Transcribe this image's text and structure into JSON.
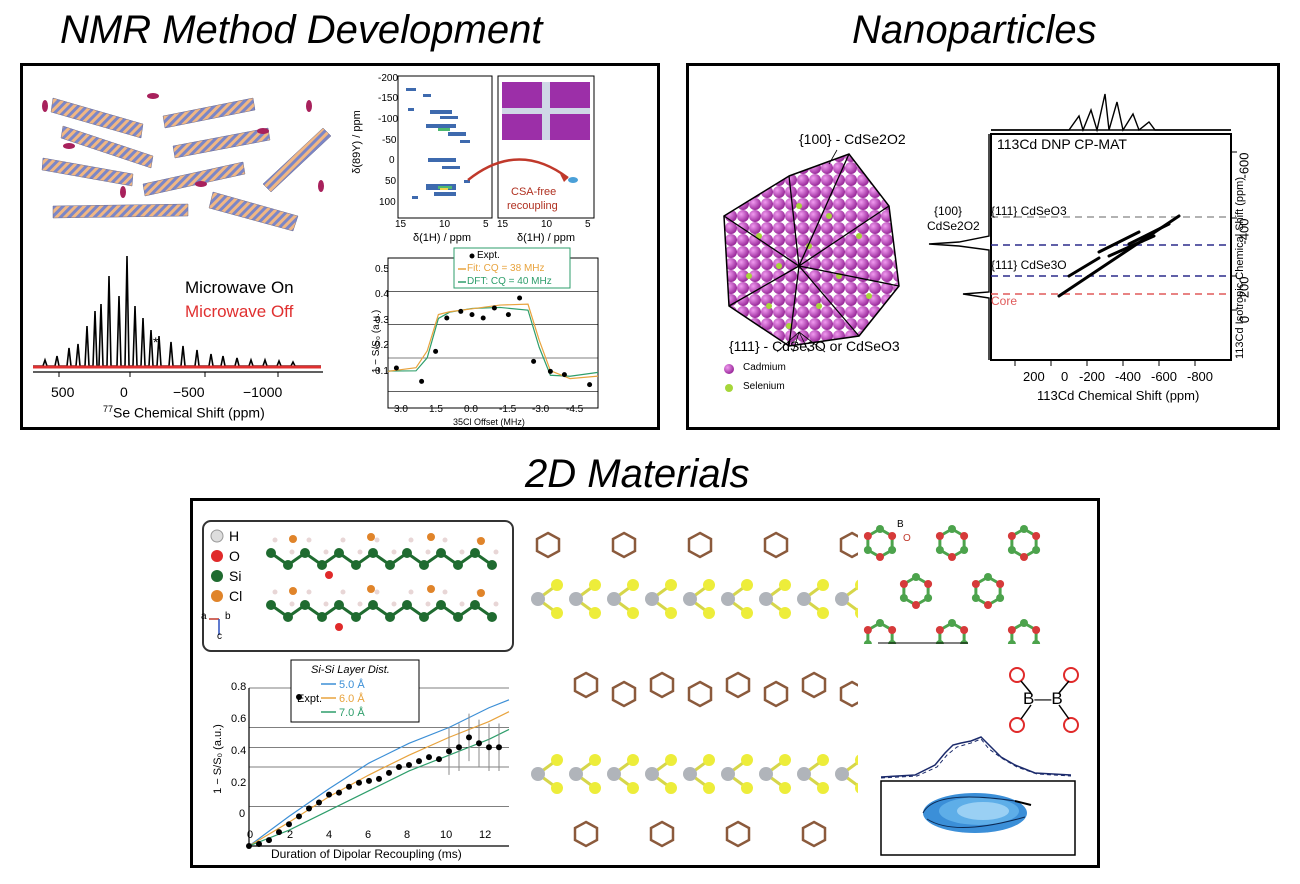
{
  "titles": {
    "nmr": "NMR Method Development",
    "nano": "Nanoparticles",
    "twod": "2D Materials"
  },
  "nmr_panel": {
    "legend_on": "Microwave On",
    "legend_off": "Microwave Off",
    "xlabel_pre": "77",
    "xlabel_post": "Se Chemical Shift (ppm)",
    "xticks": [
      "500",
      "0",
      "−500",
      "−1000"
    ],
    "star": "*",
    "hmqc_ylabel": "δ(89Y) / ppm",
    "hmqc_xlabel": "δ(1H) / ppm",
    "hmqc_yticks": [
      "-200",
      "-150",
      "-100",
      "-50",
      "0",
      "50",
      "100"
    ],
    "hmqc_xticks": [
      "15",
      "10",
      "5"
    ],
    "hmqc_xticks2": [
      "15",
      "10",
      "5"
    ],
    "csa_label_1": "CSA-free",
    "csa_label_2": "recoupling",
    "recoupling": {
      "ylabel": "1 − S/S₀ (a.u.)",
      "xlabel": "35Cl Offset (MHz)",
      "yticks": [
        "0.5",
        "0.4",
        "0.3",
        "0.2",
        "0.1"
      ],
      "xticks": [
        "3.0",
        "1.5",
        "0.0",
        "-1.5",
        "-3.0",
        "-4.5"
      ],
      "legend": [
        "Expt.",
        "Fit: CQ = 38 MHz",
        "DFT: CQ = 40 MHz"
      ],
      "colors": {
        "fit": "#e8a33d",
        "dft": "#2e9e6b",
        "expt": "#000000"
      }
    }
  },
  "nano_panel": {
    "facet_top": "{100} - CdSe2O2",
    "facet_bottom": "{111} - CdSe3O or CdSeO3",
    "legend_cd": "Cadmium",
    "legend_se": "Selenium",
    "spectrum_title": "113Cd DNP CP-MAT",
    "side_label_1": "{100}",
    "side_label_2": "CdSe2O2",
    "line_labels": [
      "{111} CdSeO3",
      "{111} CdSe3O",
      "Core"
    ],
    "xlabel": "113Cd Chemical Shift (ppm)",
    "ylabel": "113Cd Isotropic Chemical Shift (ppm)",
    "xticks": [
      "200",
      "0",
      "-200",
      "-400",
      "-600",
      "-800"
    ],
    "yticks": [
      "-600",
      "-400",
      "-200",
      "0"
    ],
    "colors": {
      "cd": "#c03cc0",
      "se": "#9acd32",
      "core": "#e05a5a",
      "dash_blue": "#2b2b8c",
      "dash_grey": "#999999"
    }
  },
  "twod_panel": {
    "atom_legend": [
      "H",
      "O",
      "Si",
      "Cl"
    ],
    "axis_a": "a",
    "axis_b": "b",
    "axis_c": "c",
    "legend_title": "Si-Si Layer Dist.",
    "legend_items": [
      "5.0 Å",
      "6.0 Å",
      "7.0 Å"
    ],
    "legend_expt": "Expt.",
    "ylabel": "1 − S/S₀ (a.u.)",
    "xlabel": "Duration of Dipolar Recoupling (ms)",
    "yticks": [
      "0.8",
      "0.6",
      "0.4",
      "0.2",
      "0"
    ],
    "xticks": [
      "0",
      "2",
      "4",
      "6",
      "8",
      "10",
      "12"
    ],
    "boron_labels": [
      "B",
      "O"
    ],
    "bb_label": "B—B",
    "colors": {
      "s50": "#3c8fd6",
      "s60": "#e8a33d",
      "s70": "#2e9e6b"
    }
  },
  "chart_data": [
    {
      "type": "line",
      "title": "",
      "xlabel": "35Cl Offset (MHz)",
      "ylabel": "1 − S/S₀ (a.u.)",
      "xlim": [
        3.0,
        -4.5
      ],
      "ylim": [
        0.05,
        0.5
      ],
      "series": [
        {
          "name": "Expt.",
          "x": [
            2.7,
            1.8,
            1.3,
            0.9,
            0.4,
            0.0,
            -0.4,
            -0.8,
            -1.3,
            -1.7,
            -2.2,
            -2.8,
            -3.3,
            -4.2
          ],
          "values": [
            0.17,
            0.13,
            0.22,
            0.32,
            0.34,
            0.33,
            0.32,
            0.35,
            0.33,
            0.38,
            0.19,
            0.16,
            0.15,
            0.12
          ]
        },
        {
          "name": "Fit: CQ = 38 MHz",
          "x": [
            3.0,
            2.0,
            1.6,
            1.2,
            0.8,
            0.0,
            -1.0,
            -2.0,
            -2.4,
            -2.8,
            -3.5,
            -4.5
          ],
          "values": [
            0.15,
            0.16,
            0.22,
            0.34,
            0.35,
            0.35,
            0.35,
            0.35,
            0.25,
            0.17,
            0.15,
            0.15
          ]
        },
        {
          "name": "DFT: CQ = 40 MHz",
          "x": [
            3.0,
            2.0,
            1.6,
            1.2,
            0.8,
            0.0,
            -1.0,
            -2.0,
            -2.4,
            -2.8,
            -3.5,
            -4.5
          ],
          "values": [
            0.15,
            0.16,
            0.21,
            0.33,
            0.34,
            0.34,
            0.34,
            0.34,
            0.24,
            0.16,
            0.15,
            0.15
          ]
        }
      ]
    },
    {
      "type": "line",
      "title": "",
      "xlabel": "Duration of Dipolar Recoupling (ms)",
      "ylabel": "1 − S/S₀ (a.u.)",
      "xlim": [
        0,
        13
      ],
      "ylim": [
        0,
        0.8
      ],
      "series": [
        {
          "name": "Expt.",
          "x": [
            0,
            0.5,
            1,
            1.5,
            2,
            2.5,
            3,
            3.5,
            4,
            4.5,
            5,
            5.5,
            6,
            6.5,
            7,
            7.5,
            8,
            8.5,
            9,
            9.5,
            10,
            10.5,
            11,
            11.5,
            12,
            12.5
          ],
          "values": [
            0,
            0.01,
            0.03,
            0.07,
            0.11,
            0.15,
            0.19,
            0.22,
            0.26,
            0.27,
            0.3,
            0.32,
            0.33,
            0.34,
            0.37,
            0.4,
            0.41,
            0.43,
            0.45,
            0.44,
            0.48,
            0.5,
            0.55,
            0.52,
            0.5,
            0.5
          ]
        },
        {
          "name": "5.0 Å",
          "x": [
            0,
            2,
            4,
            6,
            8,
            10,
            12,
            13
          ],
          "values": [
            0,
            0.15,
            0.29,
            0.42,
            0.52,
            0.6,
            0.7,
            0.74
          ]
        },
        {
          "name": "6.0 Å",
          "x": [
            0,
            2,
            4,
            6,
            8,
            10,
            12,
            13
          ],
          "values": [
            0,
            0.12,
            0.25,
            0.36,
            0.46,
            0.55,
            0.63,
            0.68
          ]
        },
        {
          "name": "7.0 Å",
          "x": [
            0,
            2,
            4,
            6,
            8,
            10,
            12,
            13
          ],
          "values": [
            0,
            0.08,
            0.18,
            0.28,
            0.38,
            0.46,
            0.54,
            0.59
          ]
        }
      ]
    }
  ]
}
